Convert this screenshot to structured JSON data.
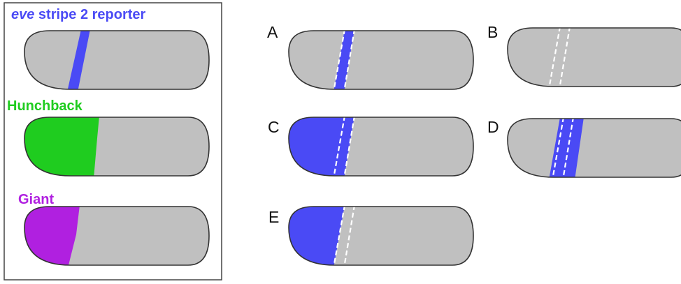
{
  "legend": {
    "items": [
      {
        "emph": "eve",
        "rest": " stripe 2 reporter",
        "color": "#4a4af5"
      },
      {
        "emph": "",
        "rest": "Hunchback",
        "color": "#1fcc1f"
      },
      {
        "emph": "",
        "rest": "Giant",
        "color": "#b020e0"
      }
    ]
  },
  "panels": [
    {
      "label": "A",
      "expression": "stripe 2 only"
    },
    {
      "label": "B",
      "expression": "none"
    },
    {
      "label": "C",
      "expression": "anterior and stripe 2"
    },
    {
      "label": "D",
      "expression": "expanded stripe"
    },
    {
      "label": "E",
      "expression": "anterior only"
    }
  ],
  "colors": {
    "embryo_fill": "#c0c0c0",
    "outline": "#333333",
    "reporter": "#4a4af5",
    "hunchback": "#1fcc1f",
    "giant": "#b020e0",
    "dashed": "#ffffff"
  }
}
